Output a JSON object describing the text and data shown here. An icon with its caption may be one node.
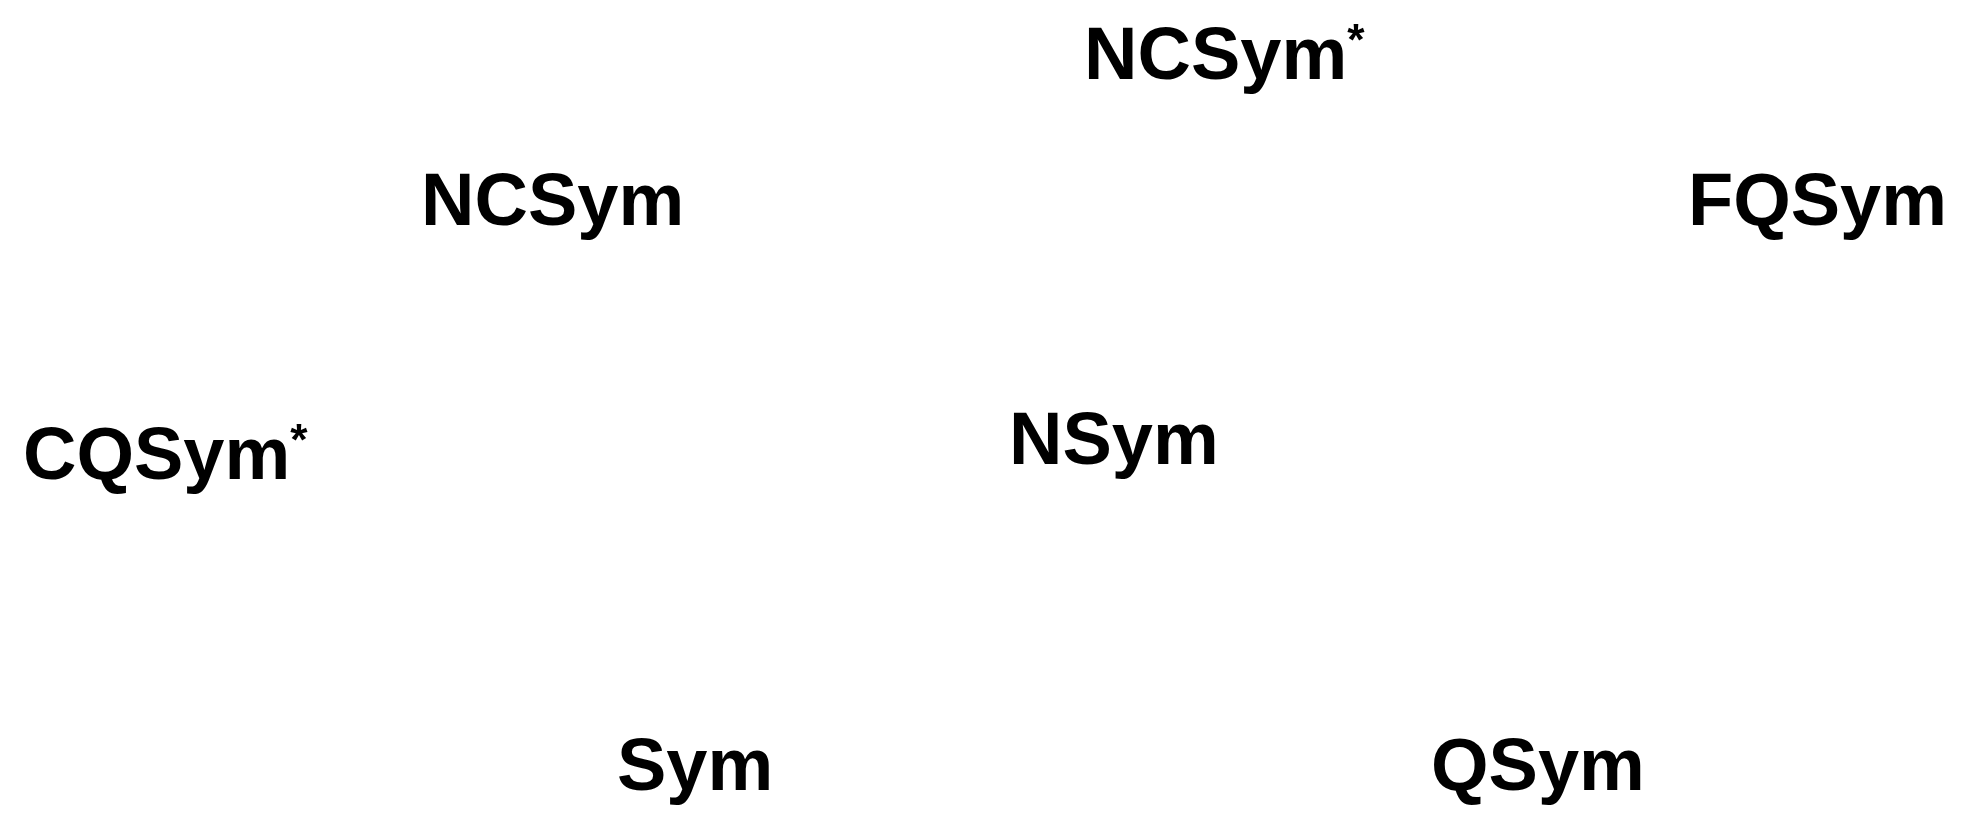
{
  "diagram": {
    "labels": [
      "NCSym$^{*}$",
      "NCSym",
      "FQSym",
      "CQSym$^{*}$",
      "NSym",
      "Sym",
      "QSym"
    ]
  }
}
